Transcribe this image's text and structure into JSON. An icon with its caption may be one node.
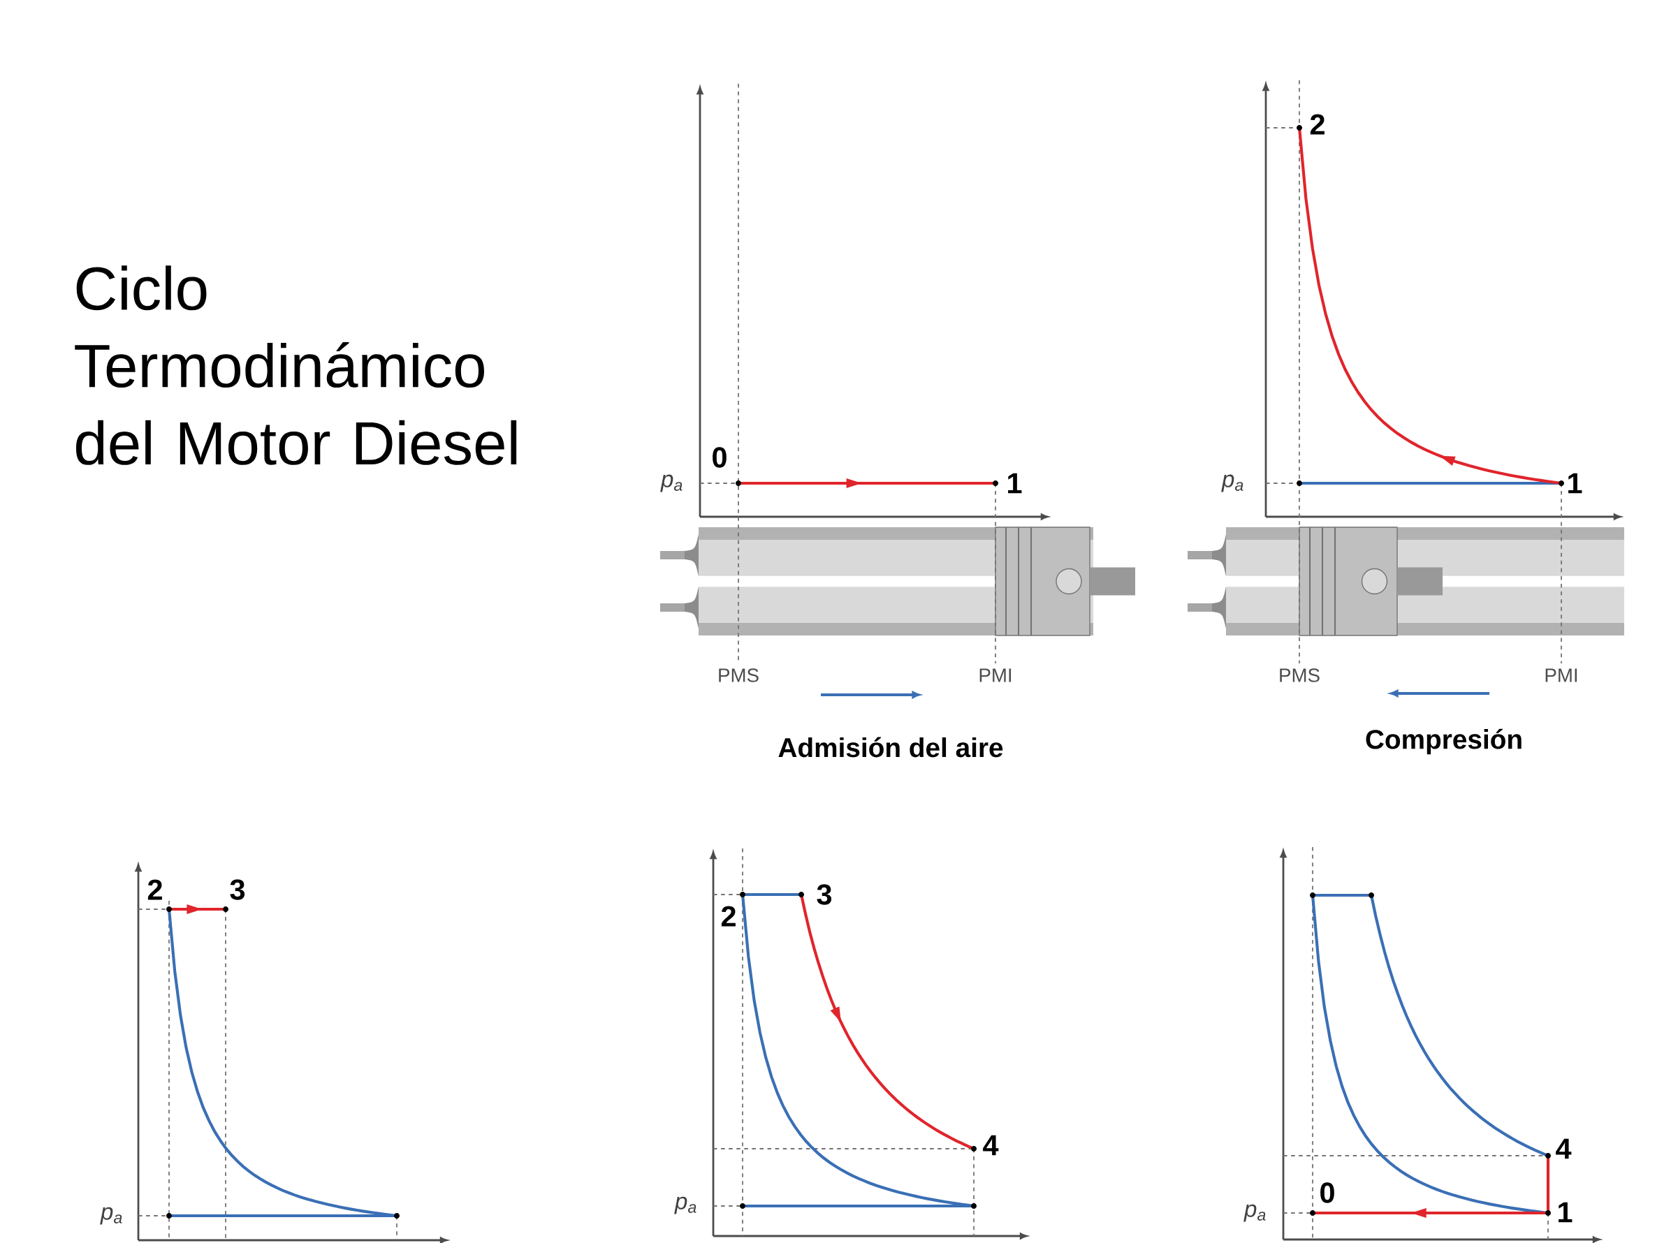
{
  "diagram": {
    "title": "Ciclo Termodinámico del Motor Diesel",
    "labels": [
      "0",
      "p$_{a}$",
      "1",
      "PMS",
      "PMI",
      "Admisión del aire",
      "2",
      "p$_{a}$",
      "1",
      "PMS",
      "PMI",
      "Compresión",
      "2",
      "3",
      "p$_{a}$",
      "3",
      "2",
      "4",
      "p$_{a}$",
      "4",
      "0",
      "p$_{a}$",
      "1"
    ]
  }
}
